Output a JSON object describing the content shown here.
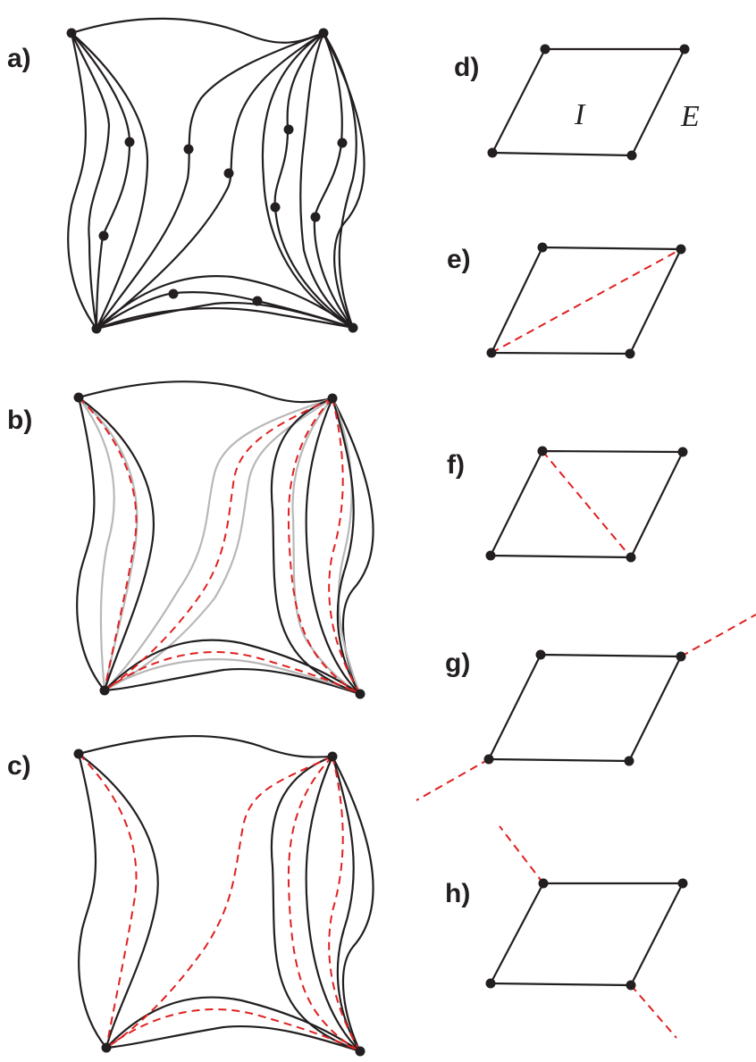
{
  "panels": {
    "a": "a)",
    "b": "b)",
    "c": "c)",
    "d": "d)",
    "e": "e)",
    "f": "f)",
    "g": "g)",
    "h": "h)"
  },
  "region_labels": {
    "interior": "I",
    "exterior": "E"
  },
  "colors": {
    "curve": "#231f20",
    "dashed": "#e02020",
    "faded": "#b8b8b8"
  }
}
